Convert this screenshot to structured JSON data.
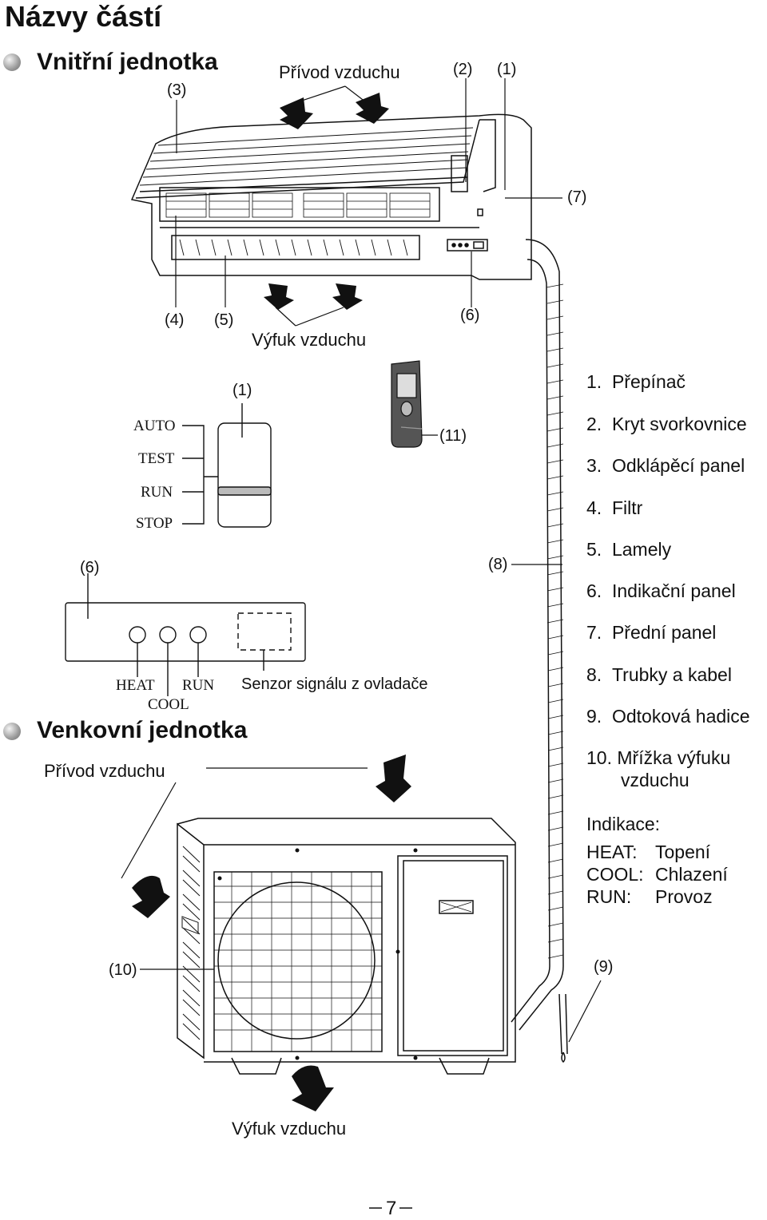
{
  "page_title": "Názvy částí",
  "indoor": {
    "heading": "Vnitřní jednotka",
    "air_intake": "Přívod vzduchu",
    "air_exhaust": "Výfuk vzduchu",
    "callouts": {
      "c1": "(1)",
      "c2": "(2)",
      "c3": "(3)",
      "c4": "(4)",
      "c5": "(5)",
      "c6": "(6)",
      "c7": "(7)"
    }
  },
  "control": {
    "switch_positions": [
      "AUTO",
      "TEST",
      "RUN",
      "STOP"
    ],
    "switch_callout": "(1)",
    "remote_callout": "(11)",
    "pipe_callout": "(8)",
    "panel_callout": "(6)",
    "indicators": {
      "heat": "HEAT",
      "run": "RUN",
      "cool": "COOL"
    },
    "sensor_label": "Senzor signálu z ovladače"
  },
  "outdoor": {
    "heading": "Venkovní jednotka",
    "air_intake": "Přívod vzduchu",
    "air_exhaust": "Výfuk vzduchu",
    "grille_callout": "(10)",
    "drain_callout": "(9)"
  },
  "parts_list": [
    {
      "num": "1.",
      "name": "Přepínač"
    },
    {
      "num": "2.",
      "name": "Kryt svorkovnice"
    },
    {
      "num": "3.",
      "name": "Odklápěcí panel"
    },
    {
      "num": "4.",
      "name": "Filtr"
    },
    {
      "num": "5.",
      "name": "Lamely"
    },
    {
      "num": "6.",
      "name": "Indikační panel"
    },
    {
      "num": "7.",
      "name": "Přední panel"
    },
    {
      "num": "8.",
      "name": "Trubky a kabel"
    },
    {
      "num": "9.",
      "name": "Odtoková hadice"
    },
    {
      "num": "10.",
      "name": "Mřížka výfuku",
      "name2": "vzduchu"
    }
  ],
  "indications": {
    "heading": "Indikace:",
    "rows": [
      {
        "key": "HEAT:",
        "value": "Topení"
      },
      {
        "key": "COOL:",
        "value": "Chlazení"
      },
      {
        "key": "RUN:",
        "value": "Provoz"
      }
    ]
  },
  "page_number": "7"
}
